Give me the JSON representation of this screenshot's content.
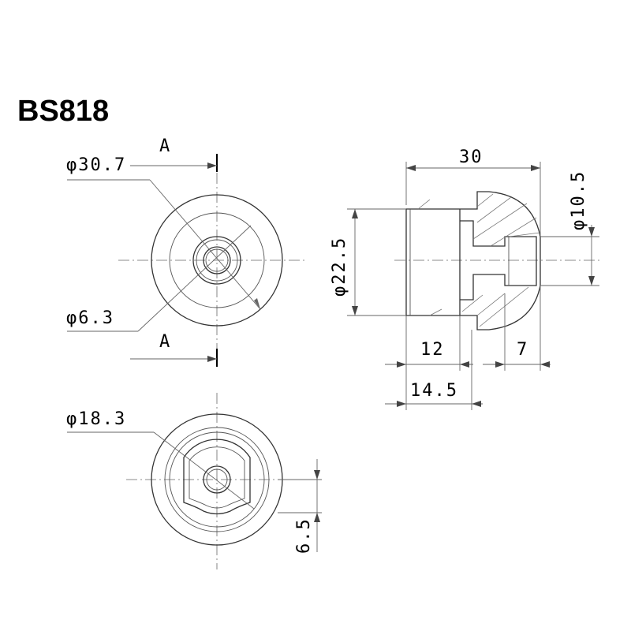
{
  "title": "BS818",
  "front_view": {
    "section_label_top": "A",
    "section_label_bottom": "A",
    "outer_diameter": "φ30.7",
    "hole_diameter": "φ6.3"
  },
  "rear_view": {
    "recess_diameter": "φ18.3",
    "offset": "6.5"
  },
  "side_view": {
    "overall_length": "30",
    "body_diameter": "φ22.5",
    "tip_diameter": "φ10.5",
    "body_length": "12",
    "tip_length": "7",
    "flange_length": "14.5"
  }
}
